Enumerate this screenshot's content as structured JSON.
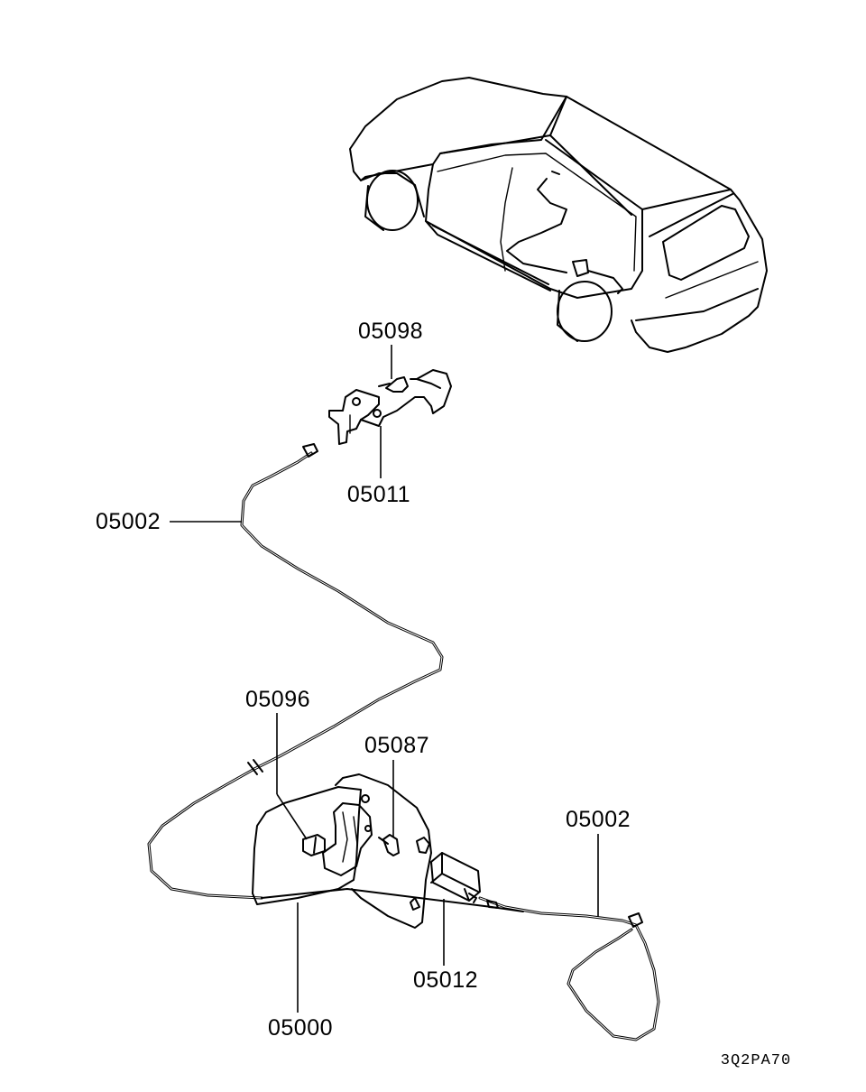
{
  "callouts": [
    {
      "id": "upper-latch-bolt",
      "number": "05098"
    },
    {
      "id": "release-handle",
      "number": "05011"
    },
    {
      "id": "upper-cable",
      "number": "05002"
    },
    {
      "id": "clip",
      "number": "05096"
    },
    {
      "id": "lid-bolt",
      "number": "05087"
    },
    {
      "id": "lower-cable",
      "number": "05002"
    },
    {
      "id": "actuator",
      "number": "05012"
    },
    {
      "id": "fuel-lid",
      "number": "05000"
    }
  ],
  "drawing_code": "3Q2PA70"
}
